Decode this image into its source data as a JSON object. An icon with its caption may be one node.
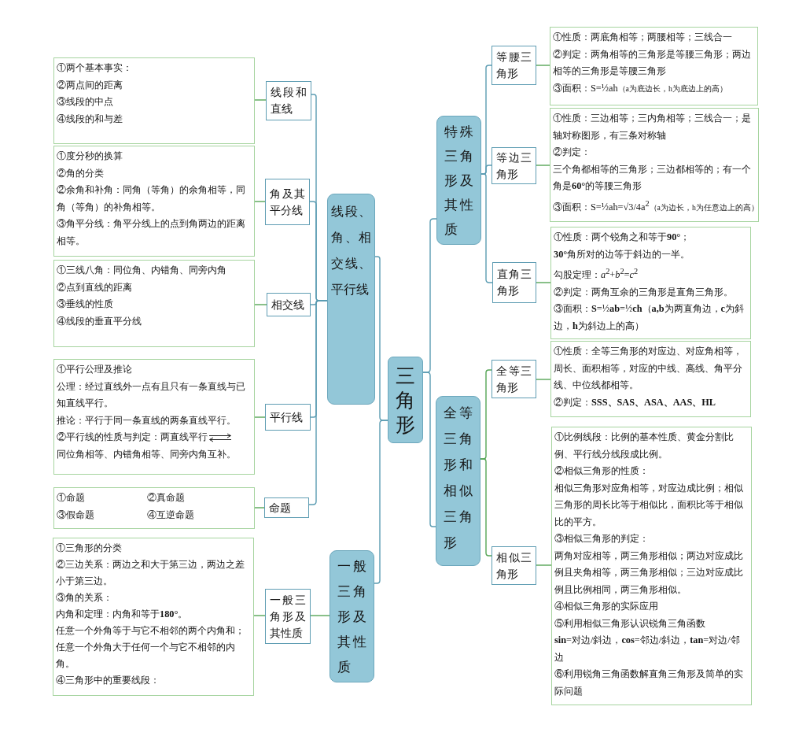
{
  "diagram": {
    "nodes": [
      {
        "text": [
          "三角形"
        ]
      },
      {
        "text": [
          "线段、角、相交线、平行线"
        ]
      },
      {
        "text": [
          "一般三角形及其性质"
        ]
      },
      {
        "text": [
          "特殊三角形及其性质"
        ]
      },
      {
        "text": [
          "全等三角形和相似三角形"
        ]
      },
      {
        "text": [
          "线段和直线"
        ]
      },
      {
        "text": [
          "角及其平分线"
        ]
      },
      {
        "text": [
          "相交线"
        ]
      },
      {
        "text": [
          "平行线"
        ]
      },
      {
        "text": [
          "命题"
        ]
      },
      {
        "text": [
          "一般三角形及其性质"
        ]
      },
      {
        "text": [
          "等腰三角形"
        ]
      },
      {
        "text": [
          "等边三角形"
        ]
      },
      {
        "text": [
          "直角三角形"
        ]
      },
      {
        "text": [
          "全等三角形"
        ]
      },
      {
        "text": [
          "相似三角形"
        ]
      },
      {
        "text": [
          "①两个基本事实：",
          "②两点间的距离",
          "③线段的中点",
          "④线段的和与差"
        ]
      },
      {
        "text": [
          "①度分秒的换算",
          "②角的分类",
          "②余角和补角：同角（等角）的余角相等，同角（等角）的补角相等。",
          "③角平分线：角平分线上的点到角两边的距离相等。"
        ]
      },
      {
        "text": [
          "①三线八角：同位角、内错角、同旁内角",
          "②点到直线的距离",
          "③垂线的性质",
          "④线段的垂直平分线"
        ]
      },
      {
        "text": [
          "①平行公理及推论",
          "公理：经过直线外一点有且只有一条直线与已知直线平行。",
          "推论：平行于同一条直线的两条直线平行。",
          "②平行线的性质与判定：两直线平行",
          "同位角相等、内错角相等、同旁内角互补。"
        ]
      },
      {
        "text": [
          "①命题",
          "②真命题",
          "③假命题",
          "④互逆命题"
        ]
      },
      {
        "text": [
          "①三角形的分类",
          "②三边关系：两边之和大于第三边，两边之差小于第三边。",
          "③角的关系：",
          "内角和定理：内角和等于**180°**。",
          "任意一个外角等于与它不相邻的两个内角和；任意一个外角大于任何一个与它不相邻的内角。",
          "④三角形中的重要线段："
        ]
      },
      {
        "text": [
          "①性质：两底角相等；两腰相等；三线合一",
          "②判定：两角相等的三角形是等腰三角形；两边相等的三角形是等腰三角形",
          "③面积：S=½ah",
          "（a为底边长，h为底边上的高）"
        ]
      },
      {
        "text": [
          "①性质：三边相等；三内角相等；三线合一；是轴对称图形，有三条对称轴",
          "②判定：",
          "三个角都相等的三角形；三边都相等的；有一个角是**60°**的等腰三角形",
          "③面积：S=½ah=√3/4a$^{2}$",
          "（a为边长，h为任意边上的高）"
        ]
      },
      {
        "text": [
          "①性质：两个锐角之和等于**90°**；",
          "**30°**角所对的边等于斜边的一半。",
          "勾股定理：*a*$^{2}$+*b*$^{2}$=*c*$^{2}$",
          "②判定：两角互余的三角形是直角三角形。",
          "③面积：**S**=½**ab**=½**ch**（**a,b**为两直角边，**c**为斜边，**h**为斜边上的高）"
        ]
      },
      {
        "text": [
          "①性质：全等三角形的对应边、对应角相等，周长、面积相等，对应的中线、高线、角平分线、中位线都相等。",
          "②判定：**SSS、SAS、ASA、AAS、HL**"
        ]
      },
      {
        "text": [
          "①比例线段：比例的基本性质、黄金分割比例、平行线分线段成比例。",
          "②相似三角形的性质：",
          "相似三角形对应角相等，对应边成比例；相似三角形的周长比等于相似比，面积比等于相似比的平方。",
          "③相似三角形的判定：",
          "两角对应相等，两三角形相似；两边对应成比例且夹角相等，两三角形相似；三边对应成比例且比例相同，两三角形相似。",
          "④相似三角形的实际应用",
          "⑤利用相似三角形认识锐角三角函数",
          "**sin**=对边/斜边，**cos**=邻边/斜边，**tan**=对边/邻边",
          "⑥利用锐角三角函数解直角三角形及简单的实际问题"
        ]
      }
    ],
    "edges": [
      {
        "from": 0,
        "to": 1,
        "arrow": "none",
        "color": "#5b9cb2"
      },
      {
        "from": 0,
        "to": 2,
        "arrow": "none",
        "color": "#5b9cb2"
      },
      {
        "from": 0,
        "to": 3,
        "arrow": "none",
        "color": "#5b9cb2"
      },
      {
        "from": 0,
        "to": 4,
        "arrow": "none",
        "color": "#5b9cb2"
      },
      {
        "from": 1,
        "to": 5,
        "arrow": "none",
        "color": "#5b9cb2"
      },
      {
        "from": 1,
        "to": 6,
        "arrow": "none",
        "color": "#5b9cb2"
      },
      {
        "from": 1,
        "to": 7,
        "arrow": "none",
        "color": "#5b9cb2"
      },
      {
        "from": 1,
        "to": 8,
        "arrow": "none",
        "color": "#5b9cb2"
      },
      {
        "from": 1,
        "to": 9,
        "arrow": "none",
        "color": "#5b9cb2"
      },
      {
        "from": 2,
        "to": 10,
        "arrow": "none"
      },
      {
        "from": 3,
        "to": 11,
        "arrow": "none",
        "color": "#5b9cb2"
      },
      {
        "from": 3,
        "to": 12,
        "arrow": "none",
        "color": "#5b9cb2"
      },
      {
        "from": 3,
        "to": 13,
        "arrow": "none",
        "color": "#5b9cb2"
      },
      {
        "from": 4,
        "to": 14,
        "arrow": "none"
      },
      {
        "from": 4,
        "to": 15,
        "arrow": "none"
      },
      {
        "from": 5,
        "to": 16,
        "arrow": "none"
      },
      {
        "from": 6,
        "to": 17,
        "arrow": "none"
      },
      {
        "from": 7,
        "to": 18,
        "arrow": "none"
      },
      {
        "from": 8,
        "to": 19,
        "arrow": "none"
      },
      {
        "from": 9,
        "to": 20,
        "arrow": "none"
      },
      {
        "from": 10,
        "to": 21,
        "arrow": "none"
      },
      {
        "from": 11,
        "to": 22,
        "arrow": "none"
      },
      {
        "from": 12,
        "to": 23,
        "arrow": "none"
      },
      {
        "from": 13,
        "to": 24,
        "arrow": "none"
      },
      {
        "from": 14,
        "to": 25,
        "arrow": "none"
      },
      {
        "from": 15,
        "to": 26,
        "arrow": "none"
      }
    ]
  }
}
